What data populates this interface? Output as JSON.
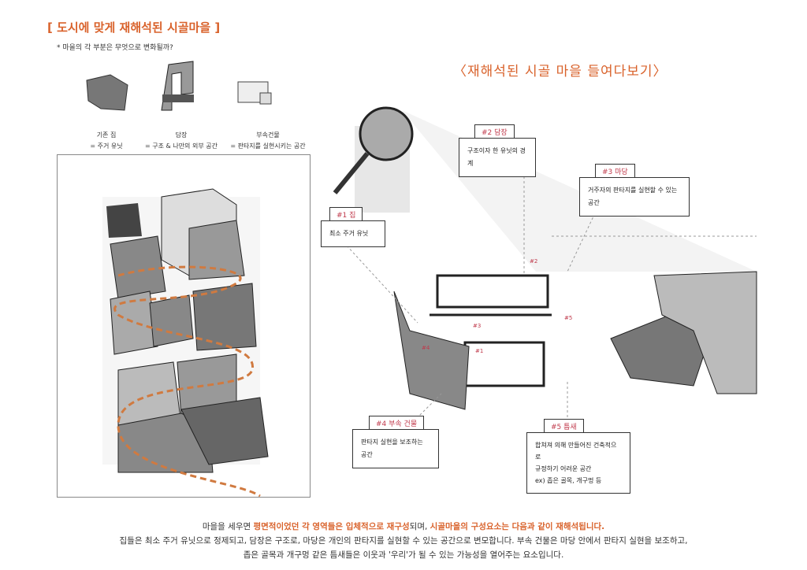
{
  "title": "[ 도시에 맞게 재해석된 시골마을 ]",
  "subtitle": "* 마을의 각 부분은 무엇으로 변화될까?",
  "legend": [
    {
      "name": "기존 집",
      "desc": "= 주거 유닛"
    },
    {
      "name": "담장",
      "desc": "= 구조 & 나만의 외부 공간"
    },
    {
      "name": "부속건물",
      "desc": "= 판타지를 실현시키는 공간"
    }
  ],
  "right_title": "〈재해석된 시골 마을 들여다보기〉",
  "callouts": [
    {
      "tag": "#1 집",
      "text": [
        "최소 주거 유닛"
      ]
    },
    {
      "tag": "#2 담장",
      "text": [
        "구조이자 한 유닛의 경계"
      ]
    },
    {
      "tag": "#3 마당",
      "text": [
        "거주자의 판타지를 실현할 수 있는 공간"
      ]
    },
    {
      "tag": "#4 부속 건물",
      "text": [
        "판타지 실현을 보조하는 공간"
      ]
    },
    {
      "tag": "#5 틈새",
      "text": [
        "합쳐져 의해 만들어진 건축적으로",
        "규정하기 어려운 공간",
        "ex) 좁은 골목, 개구멍 등"
      ]
    }
  ],
  "markers": [
    "#1",
    "#2",
    "#3",
    "#4",
    "#5"
  ],
  "footer": {
    "l1a": "마을을 세우면 ",
    "l1b": "평면적이었던 각 영역들은 입체적으로 재구성",
    "l1c": "되며, ",
    "l1d": "시골마을의 구성요소는 다음과 같이 재해석됩니다.",
    "l2": "집들은 최소 주거 유닛으로 정제되고, 담장은 구조로, 마당은 개인의 판타지를 실현할 수 있는 공간으로 변모합니다. 부속 건물은 마당 안에서 판타지 실현을 보조하고,",
    "l3": "좁은 골목과 개구멍 같은 틈새들은 이웃과 '우리'가 될 수 있는 가능성을 열어주는 요소입니다."
  }
}
